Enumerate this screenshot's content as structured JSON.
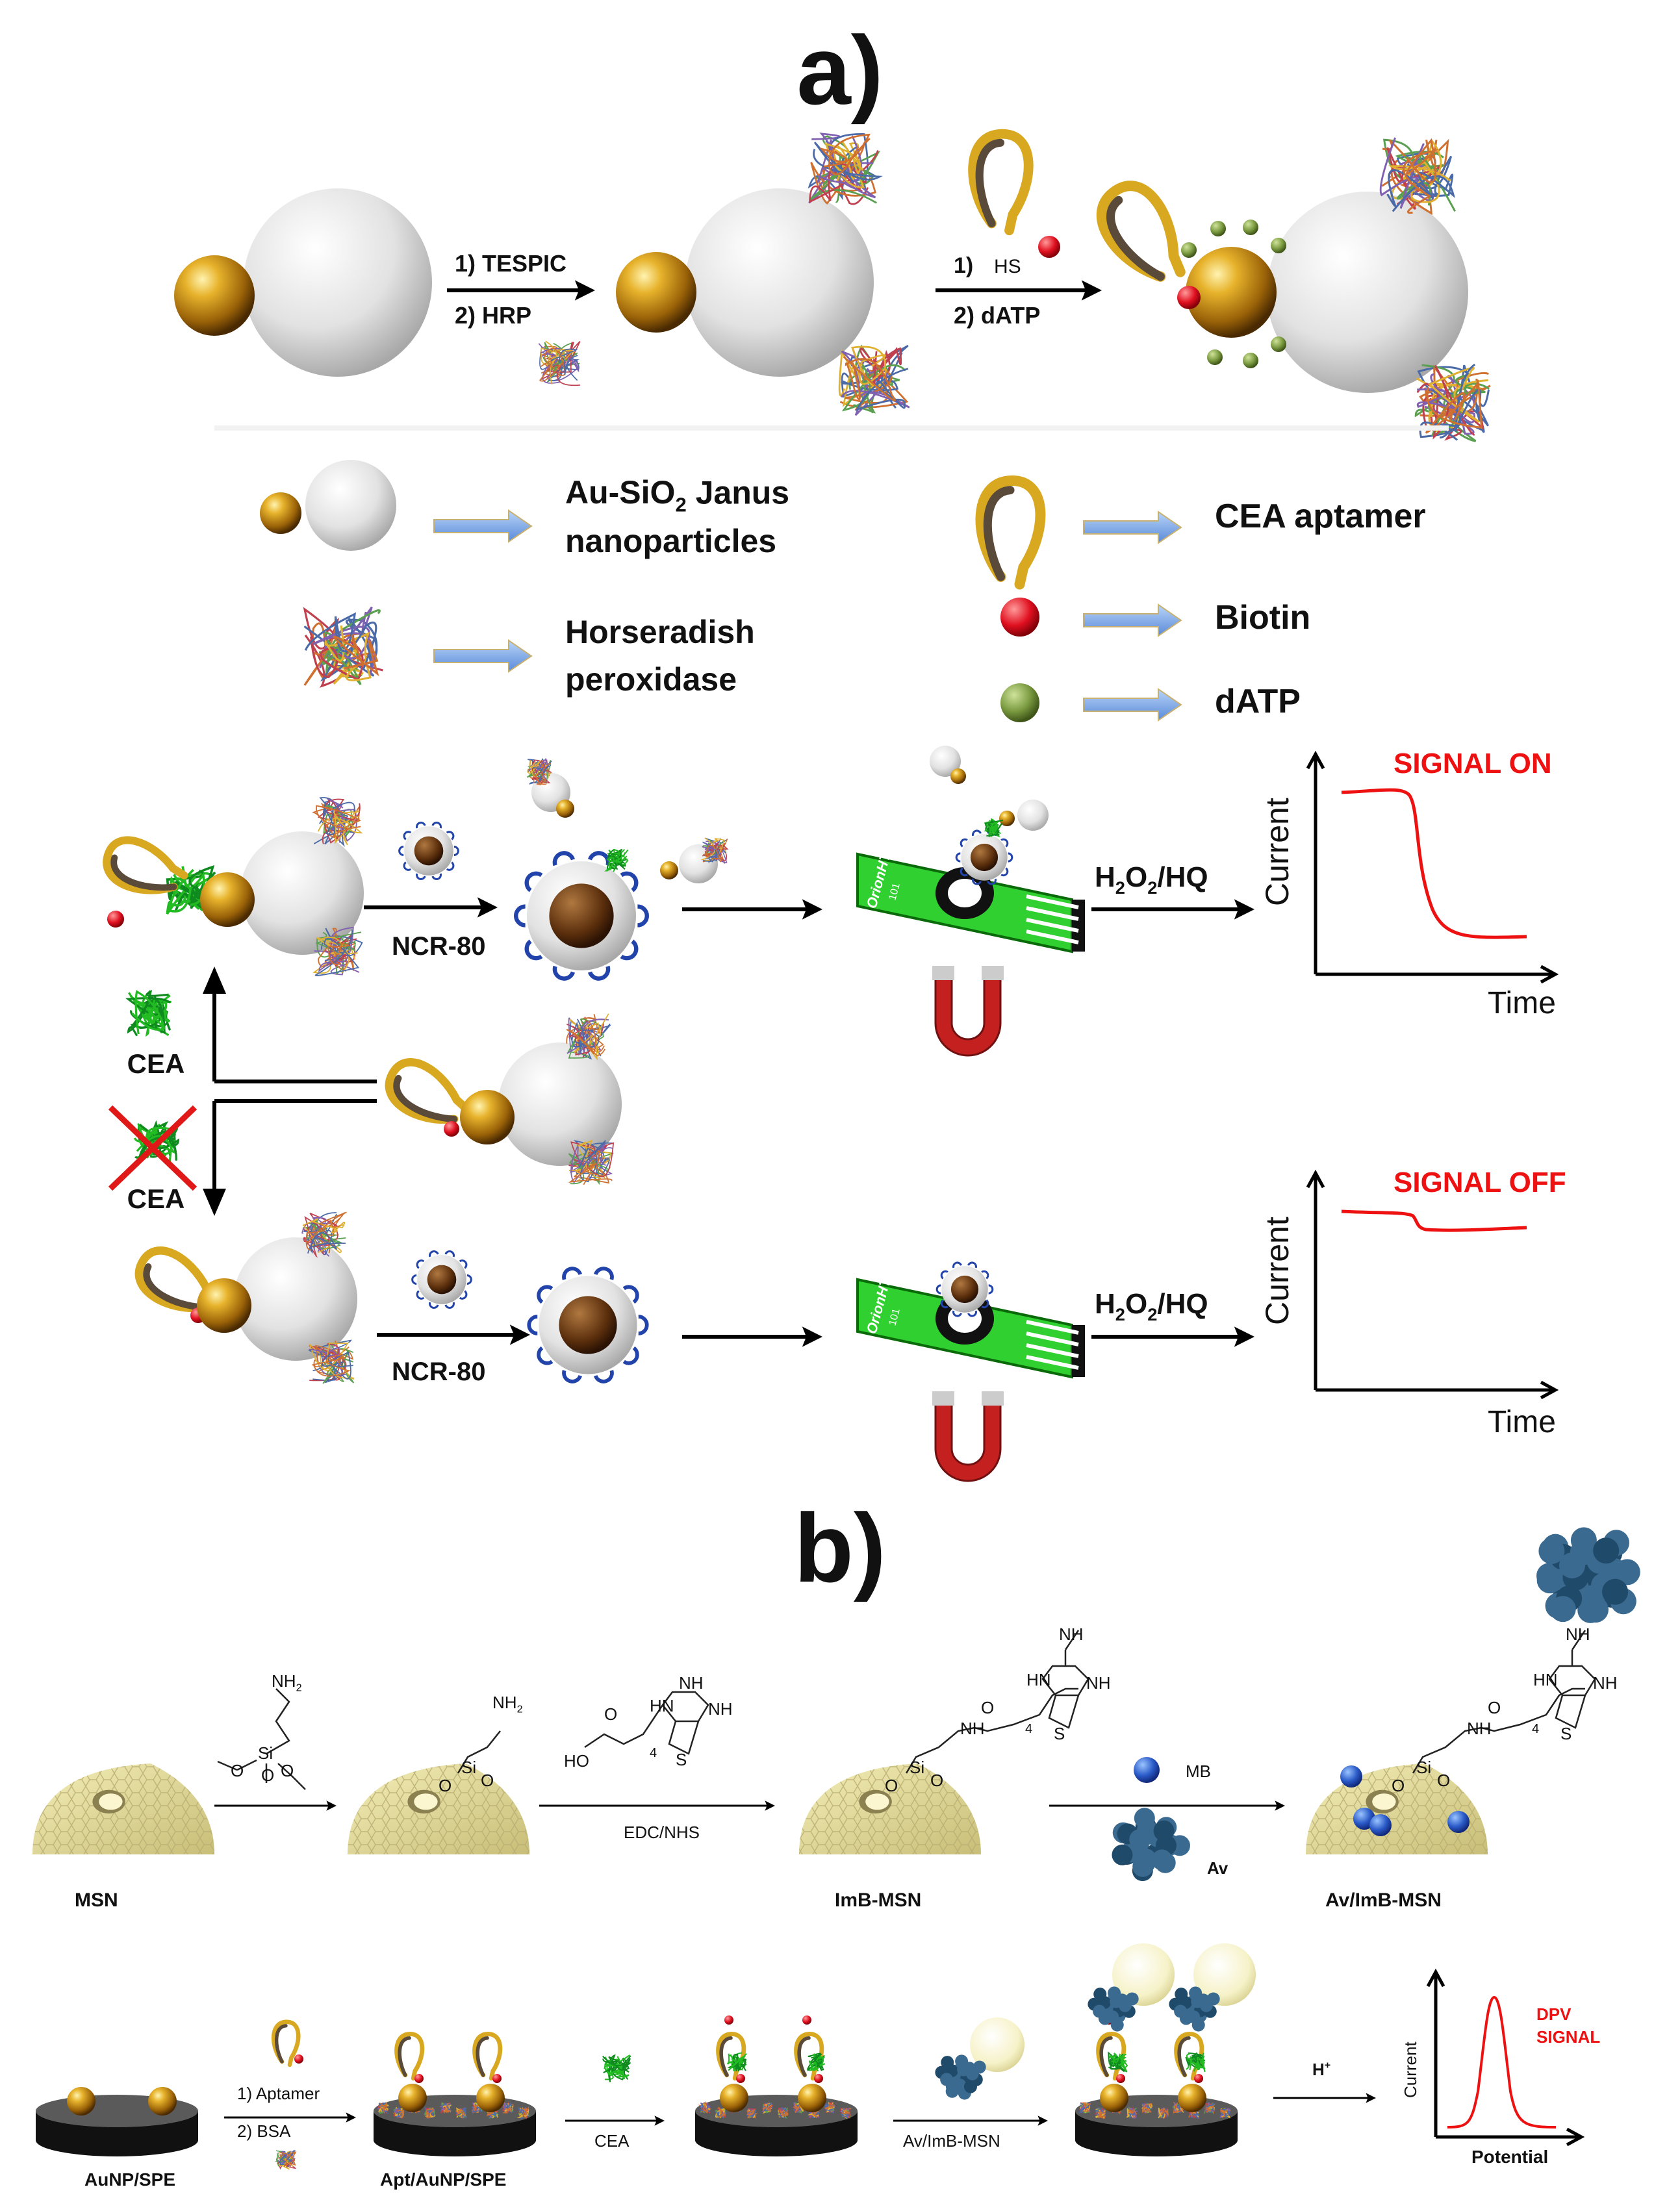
{
  "panel_a": {
    "label": "a)",
    "step1": {
      "line1": "1) TESPIC",
      "line2": "2) HRP"
    },
    "step2": {
      "line1": "1)",
      "line1b": "HS",
      "line2": "2) dATP"
    },
    "legend": {
      "janus_line1": "Au-SiO",
      "janus_sub": "2",
      "janus_line1_end": " Janus",
      "janus_line2": "nanoparticles",
      "hrp_line1": "Horseradish",
      "hrp_line2": "peroxidase",
      "aptamer": "CEA aptamer",
      "biotin": "Biotin",
      "datp": "dATP"
    },
    "ncr_top": "NCR-80",
    "ncr_bottom": "NCR-80",
    "cea_present": "CEA",
    "cea_absent": "CEA",
    "electrode_brand": "OrionHT",
    "electrode_model": "101",
    "reagent_top": {
      "h": "H",
      "s1": "2",
      "o": "O",
      "s2": "2",
      "rest": "/HQ"
    },
    "reagent_bottom": {
      "h": "H",
      "s1": "2",
      "o": "O",
      "s2": "2",
      "rest": "/HQ"
    },
    "graph_on": {
      "title": "SIGNAL ON",
      "ylabel": "Current",
      "xlabel": "Time"
    },
    "graph_off": {
      "title": "SIGNAL OFF",
      "ylabel": "Current",
      "xlabel": "Time"
    },
    "colors": {
      "gold": "#c08a10",
      "silica": "#e4e4e4",
      "biotin": "#dd1020",
      "datp": "#7a9a40",
      "cea": "#22bb22",
      "arrow_blue": "#8ab4e8",
      "signal": "#ee1111",
      "electrode": "#33dd33"
    }
  },
  "panel_b": {
    "label": "b)",
    "msn": "MSN",
    "imb_msn": "ImB-MSN",
    "av_imb_msn": "Av/ImB-MSN",
    "edc": "EDC/NHS",
    "mb": "MB",
    "av": "Av",
    "silane": {
      "nh2": "NH",
      "nh2_sub": "2",
      "si": "Si",
      "o": "O"
    },
    "imb": {
      "nh": "NH",
      "hn": "HN",
      "ho": "HO",
      "o": "O",
      "s": "S",
      "four": "4"
    },
    "aunp_spe": "AuNP/SPE",
    "apt_aunp_spe": "Apt/AuNP/SPE",
    "step_apt_1": "1) Aptamer",
    "step_apt_2": "2) BSA",
    "step_cea": "CEA",
    "step_av": "Av/ImB-MSN",
    "step_h": "H",
    "step_h_sup": "+",
    "dpv": {
      "title_line1": "DPV",
      "title_line2": "SIGNAL",
      "ylabel": "Current",
      "xlabel": "Potential"
    }
  }
}
